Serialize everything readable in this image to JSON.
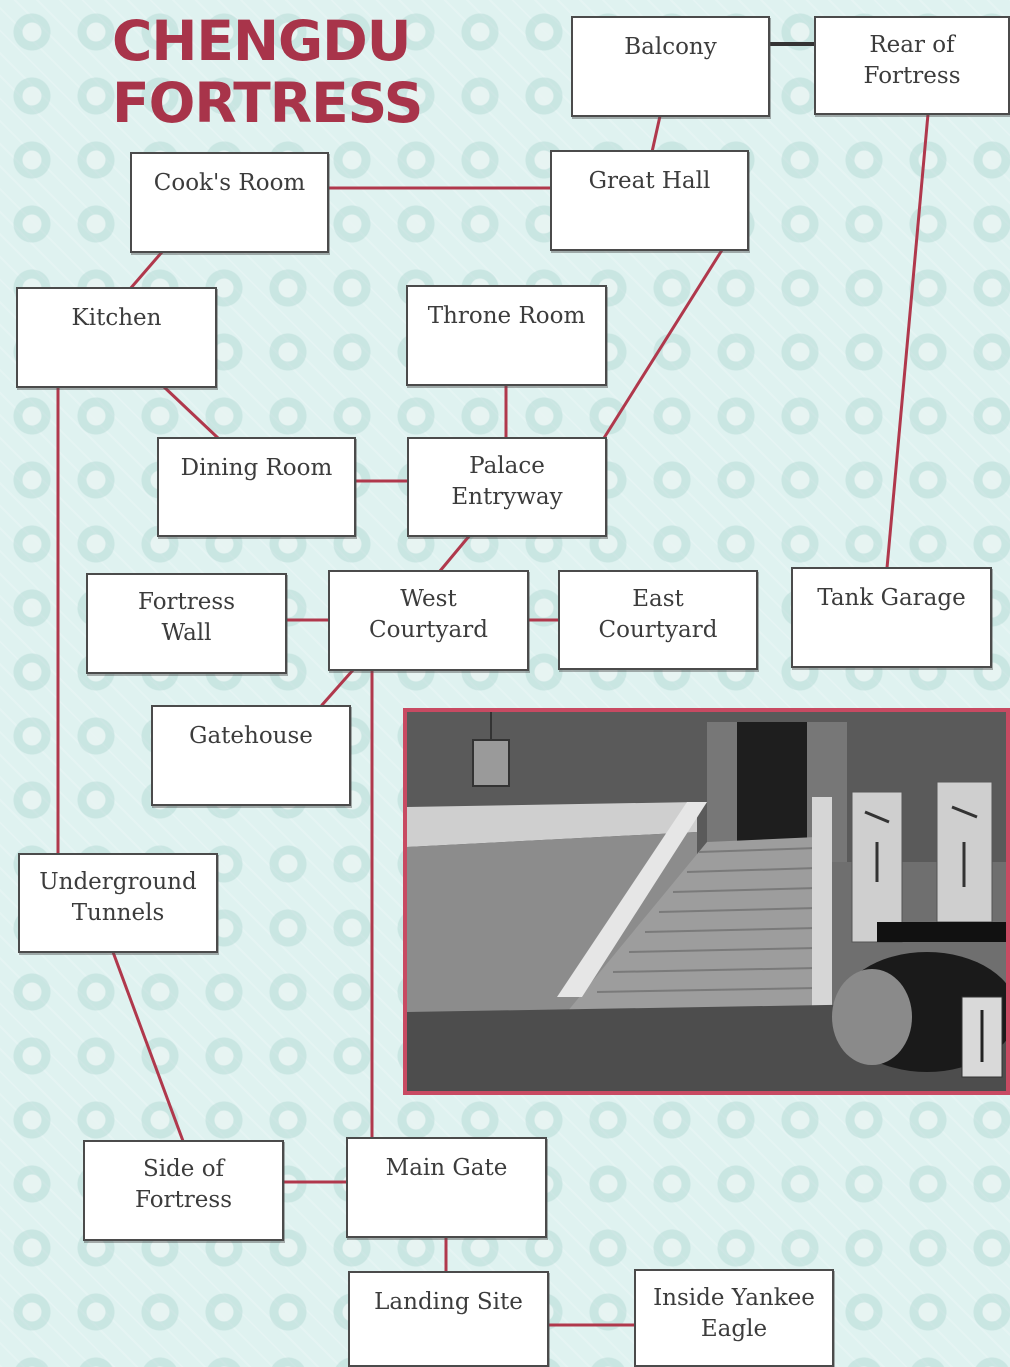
{
  "map": {
    "title_line1": "CHENGDU",
    "title_line2": "FORTRESS",
    "colors": {
      "title": "#a8344a",
      "connector_red": "#b0384c",
      "connector_dark": "#333333",
      "background": "#dff2f0",
      "scene_border": "#c84a62"
    },
    "rooms": {
      "balcony": "Balcony",
      "rear_of_fortress": "Rear of\nFortress",
      "cooks_room": "Cook's Room",
      "great_hall": "Great Hall",
      "kitchen": "Kitchen",
      "throne_room": "Throne Room",
      "dining_room": "Dining Room",
      "palace_entryway": "Palace\nEntryway",
      "fortress_wall": "Fortress\nWall",
      "west_courtyard": "West\nCourtyard",
      "east_courtyard": "East\nCourtyard",
      "tank_garage": "Tank Garage",
      "gatehouse": "Gatehouse",
      "underground_tunnels": "Underground\nTunnels",
      "side_of_fortress": "Side of\nFortress",
      "main_gate": "Main Gate",
      "landing_site": "Landing Site",
      "inside_yankee_eagle": "Inside Yankee\nEagle"
    },
    "scene_image": "palace-staircase-screenshot"
  }
}
